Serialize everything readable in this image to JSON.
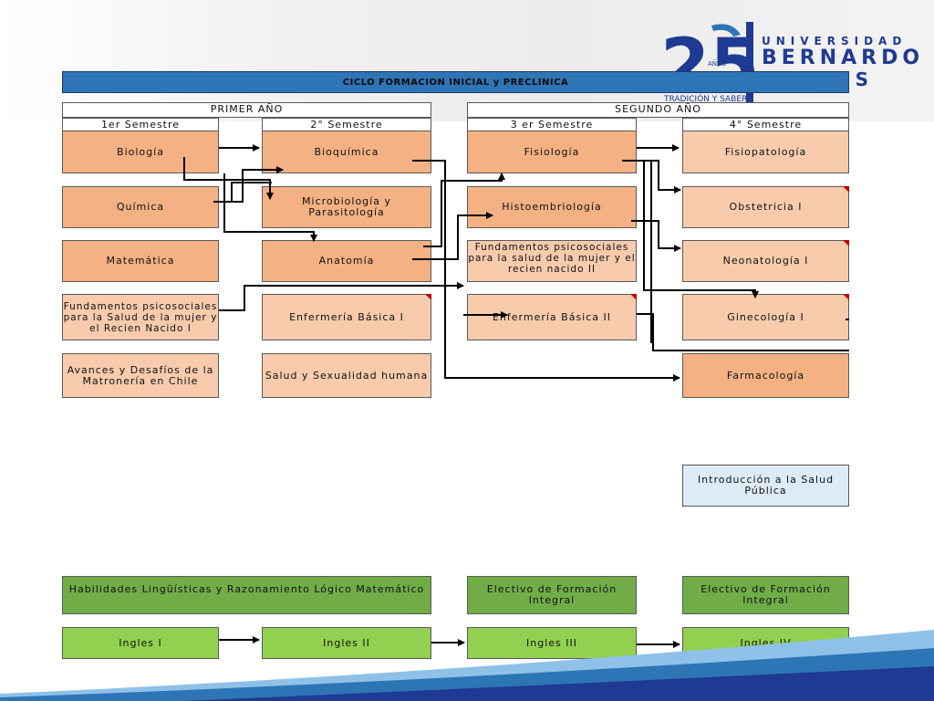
{
  "logo": {
    "number": "25",
    "anos": "AÑOS",
    "line1": "UNIVERSIDAD",
    "line2": "BERNARDO",
    "line3": "GINS",
    "tagline": "TRADICIÓN Y SABER"
  },
  "title": "CICLO FORMACION INICIAL y PRECLINICA",
  "years": [
    "PRIMER AÑO",
    "SEGUNDO AÑO"
  ],
  "semesters": [
    "1er Semestre",
    "2° Semestre",
    "3 er Semestre",
    "4° Semestre"
  ],
  "courses": {
    "biologia": "Biología",
    "bioquimica": "Bioquímica",
    "fisiologia": "Fisiología",
    "fisiopatologia": "Fisiopatología",
    "quimica": "Química",
    "microbiologia": "Microbiología y Parasitología",
    "histoembriologia": "Histoembriología",
    "obstetricia": "Obstetricia I",
    "matematica": "Matemática",
    "anatomia": "Anatomía",
    "fund2": "Fundamentos psicosociales para la salud de la mujer y el recien nacido II",
    "neonatologia": "Neonatología I",
    "fund1": "Fundamentos psicosociales para la Salud de la mujer y el Recien Nacido I",
    "enf1": "Enfermería Básica I",
    "enf2": "Enfermería Básica II",
    "ginecologia": "Ginecología I",
    "avances": "Avances y Desafíos de la Matronería en Chile",
    "salud_sex": "Salud y Sexualidad humana",
    "farmacologia": "Farmacología",
    "intro_salud": "Introducción a la Salud Pública",
    "habilidades": "Habilidades Lingüísticas y Razonamiento Lógico Matemático",
    "electivo1": "Electivo de Formación Integral",
    "electivo2": "Electivo de Formación Integral",
    "ingles1": "Ingles I",
    "ingles2": "Ingles II",
    "ingles3": "Ingles III",
    "ingles4": "Ingles IV"
  },
  "colors": {
    "title_bar": "#2e75b6",
    "core_course": "#f4b183",
    "course": "#f8cbad",
    "public_health": "#ddebf7",
    "general_dark": "#70ad47",
    "general_light": "#92d050",
    "brand": "#1f3a93"
  }
}
